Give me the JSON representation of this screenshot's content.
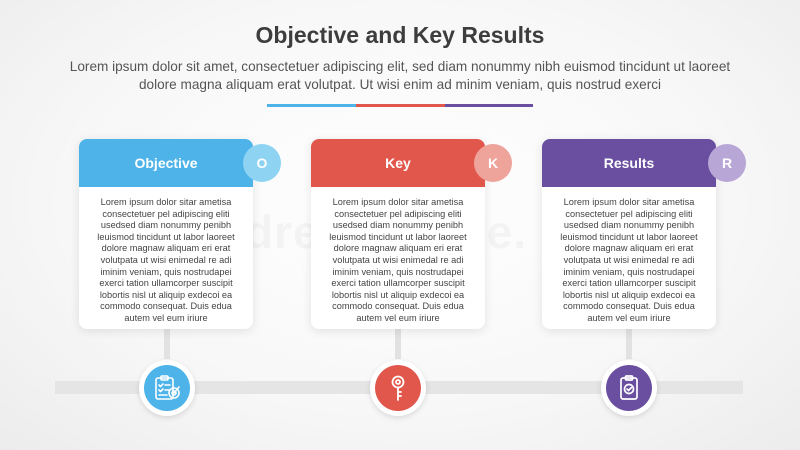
{
  "title": "Objective and Key Results",
  "subtitle": "Lorem ipsum dolor sit amet, consectetuer adipiscing elit, sed diam nonummy nibh euismod tincidunt ut laoreet dolore magna aliquam erat volutpat. Ut wisi enim ad minim veniam, quis nostrud exerci",
  "watermark": "dreamstime.",
  "colors": {
    "objective": "#4db3e8",
    "objective_badge": "#8fd3f3",
    "key": "#e2574c",
    "key_badge": "#eea39b",
    "results": "#6a4fa0",
    "results_badge": "#b8a6d7"
  },
  "cards": [
    {
      "title": "Objective",
      "letter": "O",
      "icon": "clipboard-target-icon",
      "text": "Lorem ipsum dolor sitar ametisa consectetuer pel adipiscing eliti usedsed diam nonummy penibh leuismod tincidunt ut labor laoreet dolore magnaw aliquam eri erat volutpata ut wisi enimedal re adi iminim veniam, quis nostrudapei exerci tation ullamcorper suscipit lobortis nisl ut aliquip exdecoi ea commodo consequat. Duis edua autem vel eum iriure"
    },
    {
      "title": "Key",
      "letter": "K",
      "icon": "key-icon",
      "text": "Lorem ipsum dolor sitar ametisa consectetuer pel adipiscing eliti usedsed diam nonummy penibh leuismod tincidunt ut labor laoreet dolore magnaw aliquam eri erat volutpata ut wisi enimedal re adi iminim veniam, quis nostrudapei exerci tation ullamcorper suscipit lobortis nisl ut aliquip exdecoi ea commodo consequat. Duis edua autem vel eum iriure"
    },
    {
      "title": "Results",
      "letter": "R",
      "icon": "checklist-clipboard-icon",
      "text": "Lorem ipsum dolor sitar ametisa consectetuer pel adipiscing eliti usedsed diam nonummy penibh leuismod tincidunt ut labor laoreet dolore magnaw aliquam eri erat volutpata ut wisi enimedal re adi iminim veniam, quis nostrudapei exerci tation ullamcorper suscipit lobortis nisl ut aliquip exdecoi ea commodo consequat. Duis edua autem vel eum iriure"
    }
  ]
}
